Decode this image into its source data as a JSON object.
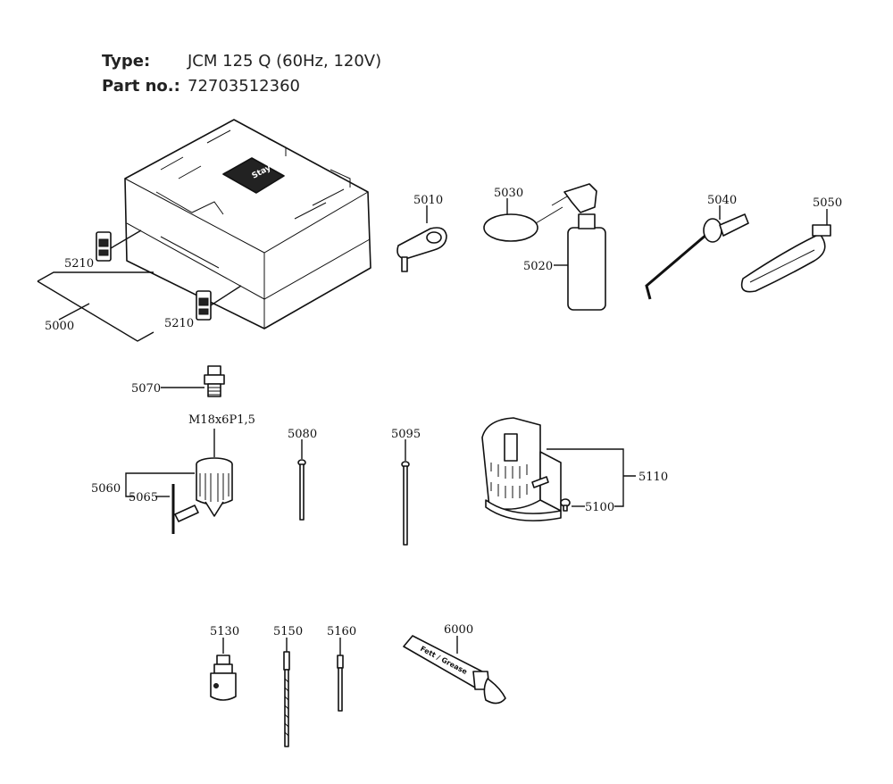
{
  "header": {
    "type_label": "Type:",
    "type_value": "JCM 125 Q (60Hz, 120V)",
    "part_label": "Part no.:",
    "part_value": "72703512360"
  },
  "callouts": {
    "c5000": "5000",
    "c5210a": "5210",
    "c5210b": "5210",
    "c5010": "5010",
    "c5030": "5030",
    "c5020": "5020",
    "c5040": "5040",
    "c5050": "5050",
    "c5070": "5070",
    "thread": "M18x6P1,5",
    "c5060": "5060",
    "c5065": "5065",
    "c5080": "5080",
    "c5095": "5095",
    "c5110": "5110",
    "c5100": "5100",
    "c5130": "5130",
    "c5150": "5150",
    "c5160": "5160",
    "c6000": "6000"
  },
  "artwork_text": {
    "case_logo": "Stayer",
    "tube_print": "Fett / Grease"
  }
}
